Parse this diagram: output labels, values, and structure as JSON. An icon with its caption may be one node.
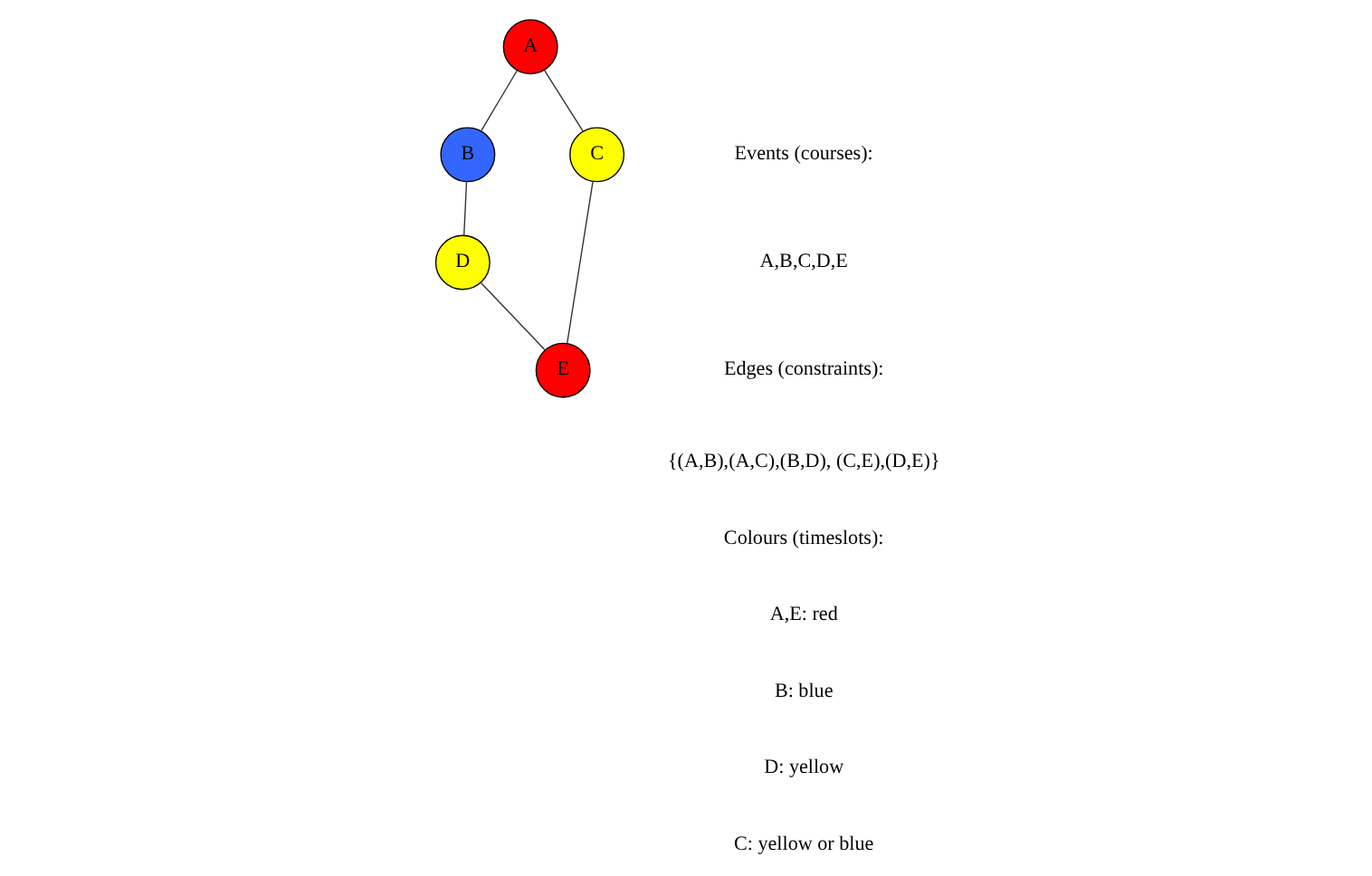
{
  "diagram": {
    "nodes": [
      {
        "text": [
          "B"
        ]
      },
      {
        "text": [
          "A"
        ]
      },
      {
        "text": [
          "C"
        ]
      },
      {
        "text": [
          "E"
        ]
      },
      {
        "text": [
          "D"
        ]
      }
    ],
    "edges": [
      {
        "from": 1,
        "to": 0,
        "arrow": "none"
      },
      {
        "from": 1,
        "to": 2,
        "arrow": "none"
      },
      {
        "from": 0,
        "to": 4,
        "arrow": "none"
      },
      {
        "from": 2,
        "to": 3,
        "arrow": "none"
      },
      {
        "from": 4,
        "to": 3,
        "arrow": "none"
      }
    ],
    "labels": [
      "Events (courses):",
      "A,B,C,D,E",
      "Edges (constraints):",
      "{(A,B),(A,C),(B,D), (C,E),(D,E)}",
      "Colours (timeslots):",
      "A,E: red",
      "B: blue",
      "D: yellow",
      "C: yellow or blue"
    ]
  }
}
